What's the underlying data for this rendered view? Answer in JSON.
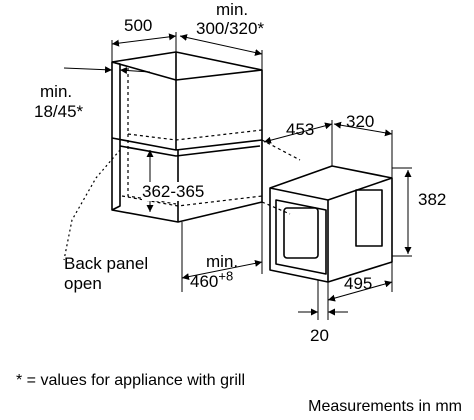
{
  "dimensions": {
    "width_top": "500",
    "depth_top_min_label": "min.",
    "depth_top_value": "300/320*",
    "left_min_label": "min.",
    "left_value": "18/45*",
    "niche_height": "362-365",
    "appliance_gap": "453",
    "appliance_depth": "320",
    "appliance_height": "382",
    "bottom_min_label": "min.",
    "bottom_value": "460",
    "bottom_plus": "+8",
    "appliance_width": "495",
    "panel_thickness": "20"
  },
  "labels": {
    "back_panel_line1": "Back panel",
    "back_panel_line2": "open"
  },
  "footnote": "* = values for appliance with grill",
  "units": "Measurements in mm"
}
